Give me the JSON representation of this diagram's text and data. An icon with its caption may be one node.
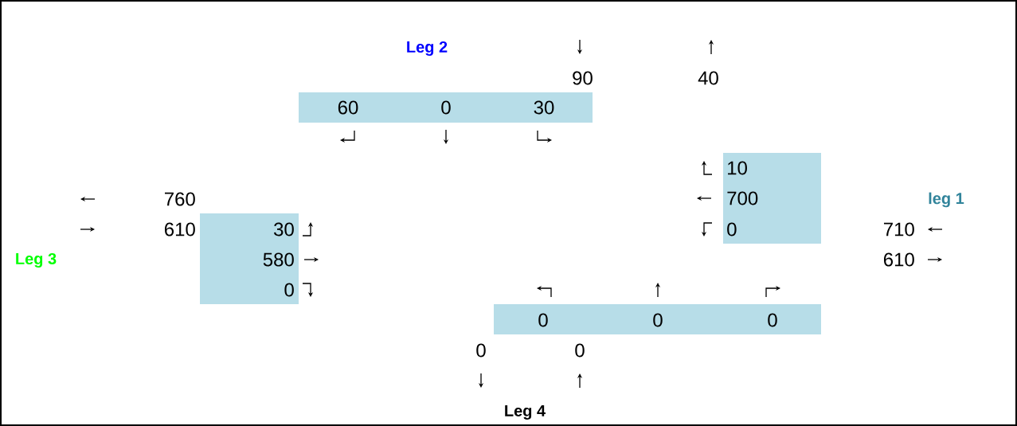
{
  "diagram": {
    "nodes": [
      {
        "text": [
          "60",
          "0",
          "30"
        ]
      },
      {
        "text": [
          "10",
          "700",
          "0"
        ]
      },
      {
        "text": [
          "30",
          "580",
          "0"
        ]
      },
      {
        "text": [
          "0",
          "0",
          "0"
        ]
      }
    ],
    "labels": [
      "Leg 2",
      "90",
      "40",
      "760",
      "leg 1",
      "610",
      "710",
      "Leg 3",
      "610",
      "0",
      "0",
      "Leg 4"
    ]
  }
}
